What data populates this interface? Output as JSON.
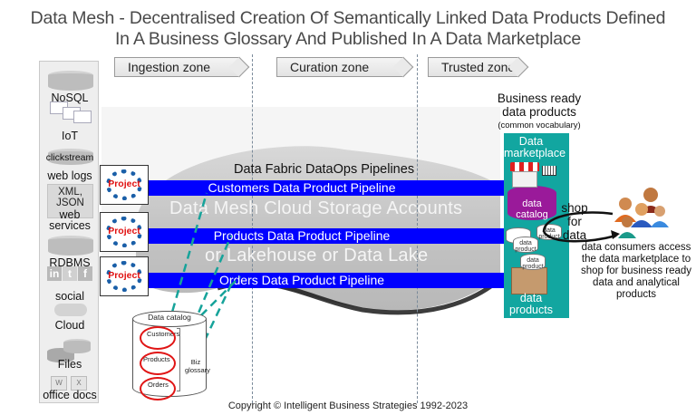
{
  "title": {
    "line1": "Data Mesh - Decentralised Creation Of Semantically Linked Data Products Defined",
    "line2": "In A Business Glossary And Published In A Data Marketplace"
  },
  "sources": [
    {
      "label": "NoSQL",
      "icon": "database-icon"
    },
    {
      "label": "IoT",
      "icon": "iot-devices-icon"
    },
    {
      "label": "clickstream",
      "icon": "database-icon"
    },
    {
      "label": "web logs",
      "icon": ""
    },
    {
      "label": "XML, JSON",
      "icon": "document-box-icon"
    },
    {
      "label": "web services",
      "icon": ""
    },
    {
      "label": "RDBMS",
      "icon": "database-icon"
    },
    {
      "label": "social",
      "icon": "social-media-icon"
    },
    {
      "label": "Cloud",
      "icon": "cloud-icon"
    },
    {
      "label": "Files",
      "icon": "files-icon"
    },
    {
      "label": "office docs",
      "icon": "office-docs-icon"
    }
  ],
  "social_glyphs": [
    "in",
    "t",
    "f"
  ],
  "office_glyphs": [
    "W",
    "X"
  ],
  "zones": [
    {
      "label": "Ingestion zone"
    },
    {
      "label": "Curation zone"
    },
    {
      "label": "Trusted zone"
    }
  ],
  "fabric_label": "Data Fabric DataOps Pipelines",
  "storage_label": "Data Mesh Cloud Storage Accounts",
  "lake_label": "or Lakehouse or Data Lake",
  "pipelines": [
    {
      "label": "Customers Data Product Pipeline",
      "project": "Project"
    },
    {
      "label": "Products Data Product Pipeline",
      "project": "Project"
    },
    {
      "label": "Orders Data Product Pipeline",
      "project": "Project"
    }
  ],
  "trusted": {
    "title": "Business ready data products",
    "subtitle": "(common vocabulary)",
    "marketplace_label": "Data marketplace",
    "catalog_label": "data catalog",
    "data_product_label": "data product",
    "data_products_label": "data products"
  },
  "shop": {
    "label": "shop for data"
  },
  "consumers": {
    "description": "data consumers access the data marketplace to shop for business ready data and analytical products"
  },
  "data_catalog": {
    "title": "Data catalog",
    "items": [
      "Customers",
      "Products",
      "Orders"
    ],
    "glossary_label": "Biz glossary"
  },
  "colors": {
    "pipeline": "#0000ff",
    "marketplace": "#12a6a0",
    "catalog": "#9a1a9a",
    "highlight": "#e01515",
    "link_dash": "#16a39a"
  },
  "copyright": "Copyright © Intelligent Business Strategies 1992-2023"
}
